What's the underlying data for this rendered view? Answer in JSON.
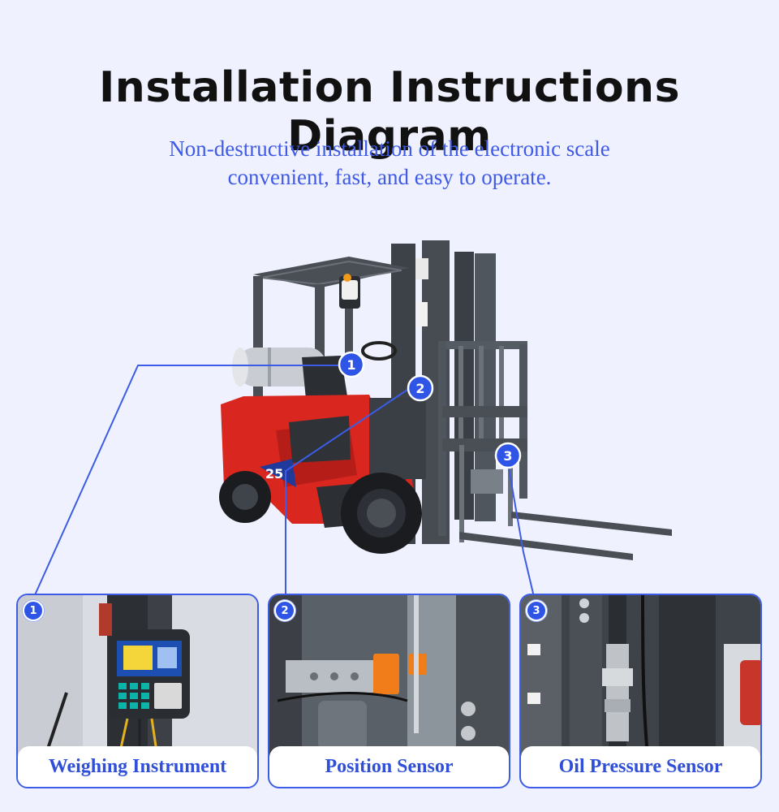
{
  "title": "Installation Instructions Diagram",
  "subtitle": {
    "line1": "Non-destructive installation of the electronic scale",
    "line2": "convenient, fast, and easy to operate."
  },
  "markers": [
    "1",
    "2",
    "3"
  ],
  "cards": [
    {
      "number": "1",
      "label": "Weighing Instrument"
    },
    {
      "number": "2",
      "label": "Position Sensor"
    },
    {
      "number": "3",
      "label": "Oil Pressure Sensor"
    }
  ],
  "forklift": {
    "model_badge": "25"
  },
  "colors": {
    "accent": "#3f5ae6",
    "forklift_red": "#d9271f",
    "chassis": "#4a4f56",
    "sensor_orange": "#f07d1a"
  },
  "icons": [
    "forklift-illustration",
    "weighing-instrument-photo",
    "position-sensor-photo",
    "oil-pressure-sensor-photo"
  ]
}
